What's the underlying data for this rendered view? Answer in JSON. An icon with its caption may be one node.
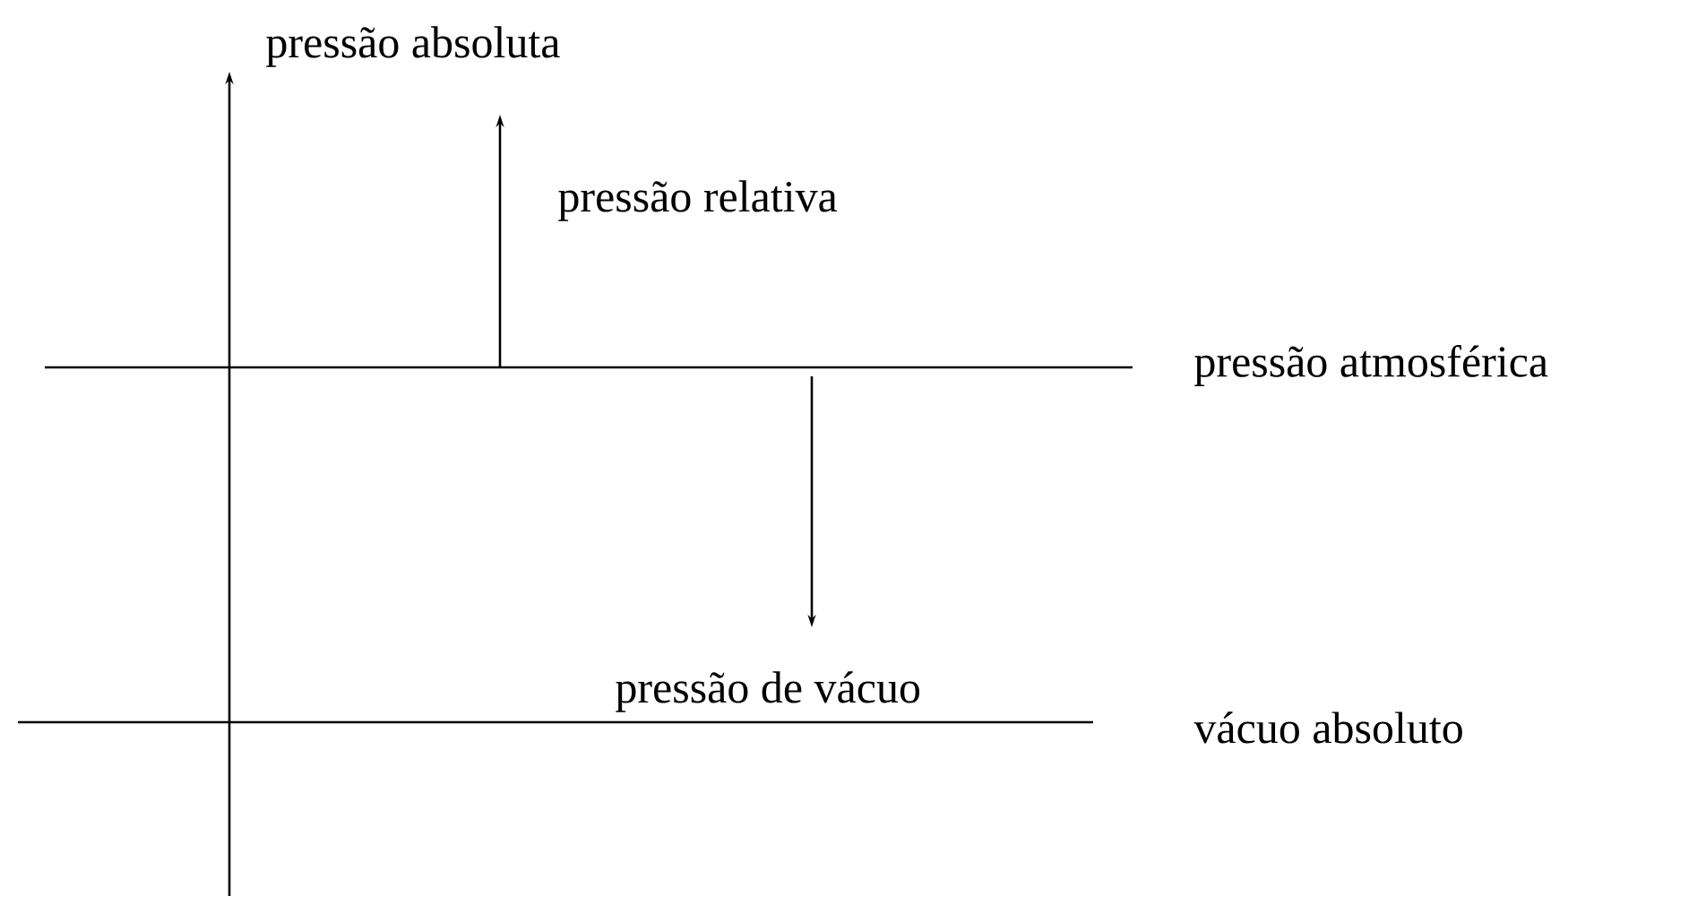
{
  "diagram": {
    "labels": [
      "pressão absoluta",
      "pressão relativa",
      "pressão atmosférica",
      "pressão de vácuo",
      "vácuo absoluto"
    ]
  }
}
